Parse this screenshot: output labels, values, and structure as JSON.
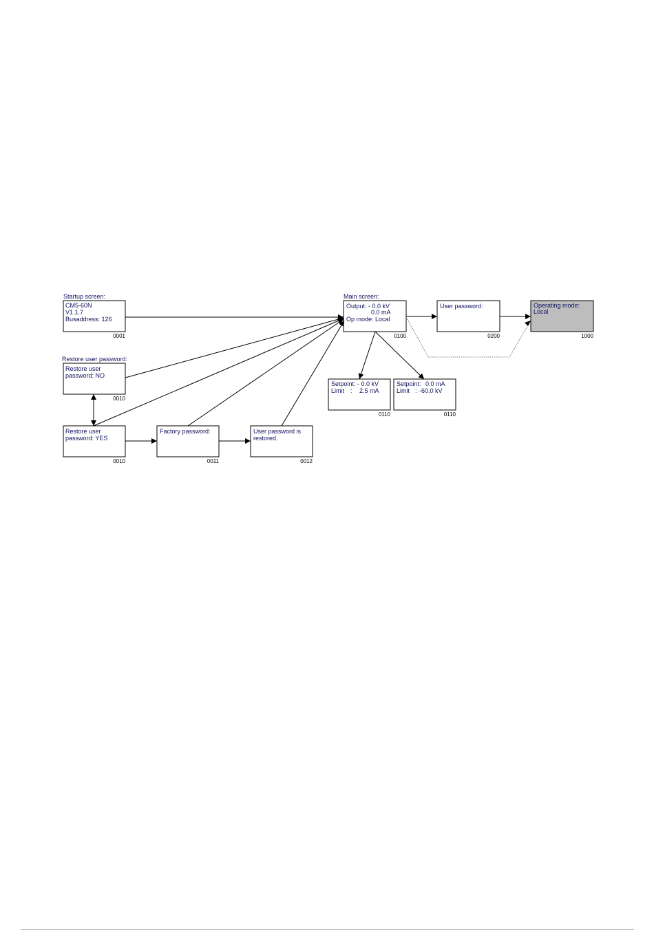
{
  "groups": {
    "startup": "Startup screen:",
    "restore": "Restore user password:",
    "main": "Main screen:"
  },
  "screens": {
    "startup": {
      "lines": [
        "CM5-60N",
        "V1.1.7",
        "Busaddress: 126"
      ],
      "code": "0001"
    },
    "restore_no": {
      "lines": [
        "Restore user",
        "password: NO"
      ],
      "code": "0010"
    },
    "restore_yes": {
      "lines": [
        "Restore user",
        "password: YES"
      ],
      "code": "0010"
    },
    "factory": {
      "lines": [
        "Factory password:"
      ],
      "code": "0011"
    },
    "restored": {
      "lines": [
        "User password is",
        "restored."
      ],
      "code": "0012"
    },
    "main": {
      "lines": [
        "Output: - 0.0 kV",
        "0.0 mA",
        "Op mode: Local"
      ],
      "code": "0100"
    },
    "user_pw": {
      "lines": [
        "User password:"
      ],
      "code": "0200"
    },
    "op_mode": {
      "lines": [
        "Operating mode:",
        "Local"
      ],
      "code": "1000"
    },
    "setpoint_kv": {
      "lines": [
        "Setpoint: - 0.0 kV",
        "Limit",
        ":",
        "2.5 mA"
      ],
      "code": "0110"
    },
    "setpoint_ma": {
      "lines": [
        "Setpoint:",
        "0.0 mA",
        "Limit",
        ":",
        "-60.0 kV"
      ],
      "code": "0110"
    }
  },
  "colors": {
    "ink": "#000000",
    "text": "#101060",
    "highlight_box": "#bdbdbd",
    "rule": "#9a9a9a"
  }
}
